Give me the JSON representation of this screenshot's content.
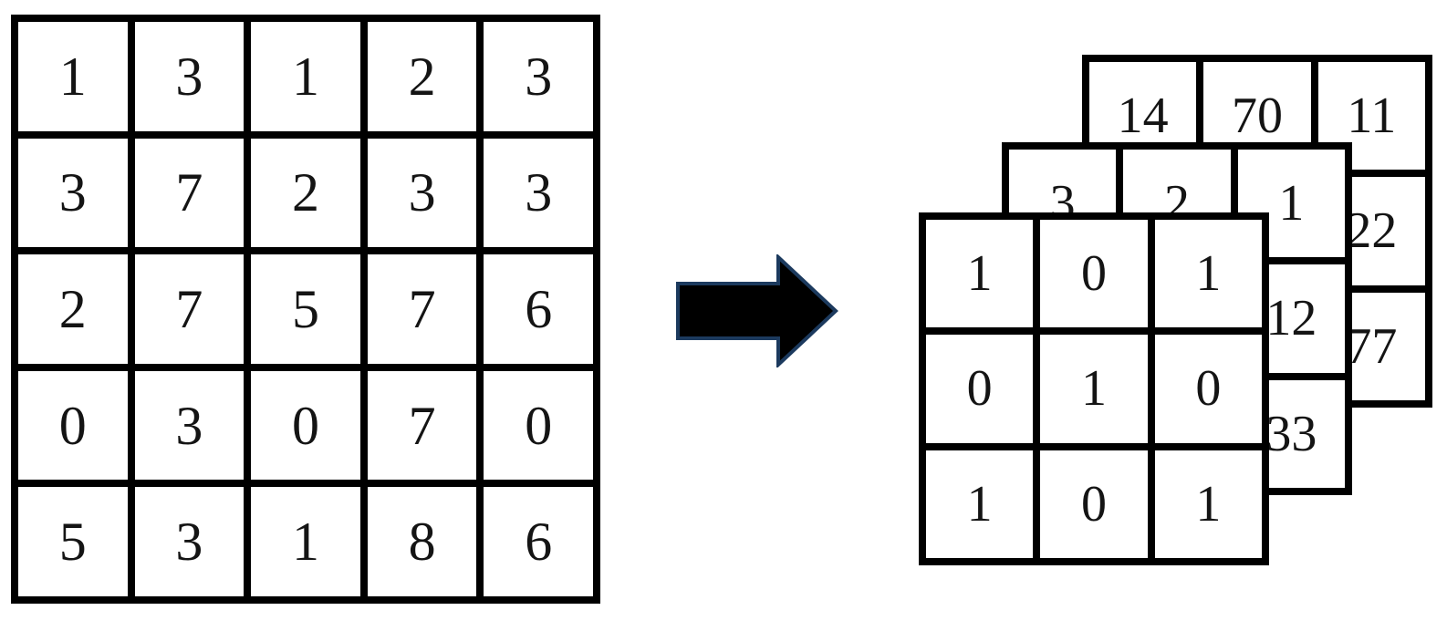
{
  "colors": {
    "background": "#ffffff",
    "grid_border": "#000000",
    "digit": "#141414",
    "arrow_fill": "#000000",
    "arrow_outline": "#1c3a5e"
  },
  "input_matrix": {
    "rows": [
      [
        "1",
        "3",
        "1",
        "2",
        "3"
      ],
      [
        "3",
        "7",
        "2",
        "3",
        "3"
      ],
      [
        "2",
        "7",
        "5",
        "7",
        "6"
      ],
      [
        "0",
        "3",
        "0",
        "7",
        "0"
      ],
      [
        "5",
        "3",
        "1",
        "8",
        "6"
      ]
    ]
  },
  "arrow": {
    "direction": "right",
    "style": "block-arrow"
  },
  "output_stack": {
    "front": {
      "rows": [
        [
          "1",
          "0",
          "1"
        ],
        [
          "0",
          "1",
          "0"
        ],
        [
          "1",
          "0",
          "1"
        ]
      ]
    },
    "middle": {
      "rows": [
        [
          "3",
          "2",
          "1"
        ],
        [
          "",
          "",
          "12"
        ],
        [
          "",
          "",
          "33"
        ]
      ]
    },
    "back": {
      "rows": [
        [
          "14",
          "70",
          "11"
        ],
        [
          "",
          "",
          "22"
        ],
        [
          "",
          "",
          "77"
        ]
      ]
    }
  }
}
